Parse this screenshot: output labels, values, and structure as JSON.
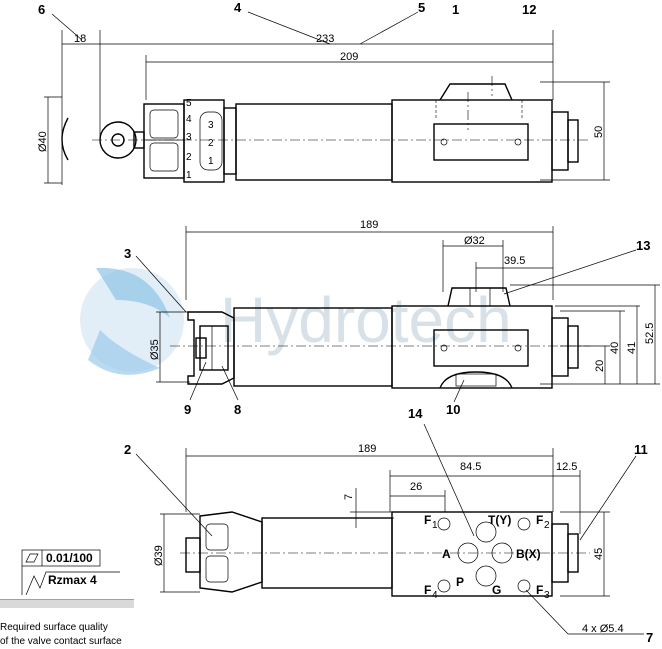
{
  "positions": [
    "1",
    "2",
    "3",
    "4",
    "5",
    "6",
    "7",
    "8",
    "9",
    "10",
    "11",
    "12",
    "13",
    "14"
  ],
  "dims_top": {
    "d18": "18",
    "d233": "233",
    "d209": "209",
    "d50": "50",
    "d40": "Ø40"
  },
  "dims_mid": {
    "d189": "189",
    "d32": "Ø32",
    "d39_5": "39.5",
    "d35": "Ø35",
    "d52_5": "52.5",
    "d41": "41",
    "d40": "40",
    "d20": "20"
  },
  "dims_bot": {
    "d189": "189",
    "d84_5": "84.5",
    "d12_5": "12.5",
    "d26": "26",
    "d7": "7",
    "d39": "Ø39",
    "d45": "45",
    "d4x": "4 x Ø5.4"
  },
  "ports": {
    "F1": "F",
    "F1s": "1",
    "F2": "F",
    "F2s": "2",
    "F3": "F",
    "F3s": "3",
    "F4": "F",
    "F4s": "4",
    "T": "T(Y)",
    "A": "A",
    "B": "B(X)",
    "P": "P",
    "G": "G"
  },
  "scale": [
    "5",
    "4",
    "3",
    "2",
    "1"
  ],
  "scale_small": [
    "3",
    "2",
    "1"
  ],
  "surface": {
    "flat": "0.01/100",
    "rz": "Rzmax 4",
    "note1": "Required surface quality",
    "note2": "of the valve contact surface"
  },
  "watermark": "Hydrotech"
}
